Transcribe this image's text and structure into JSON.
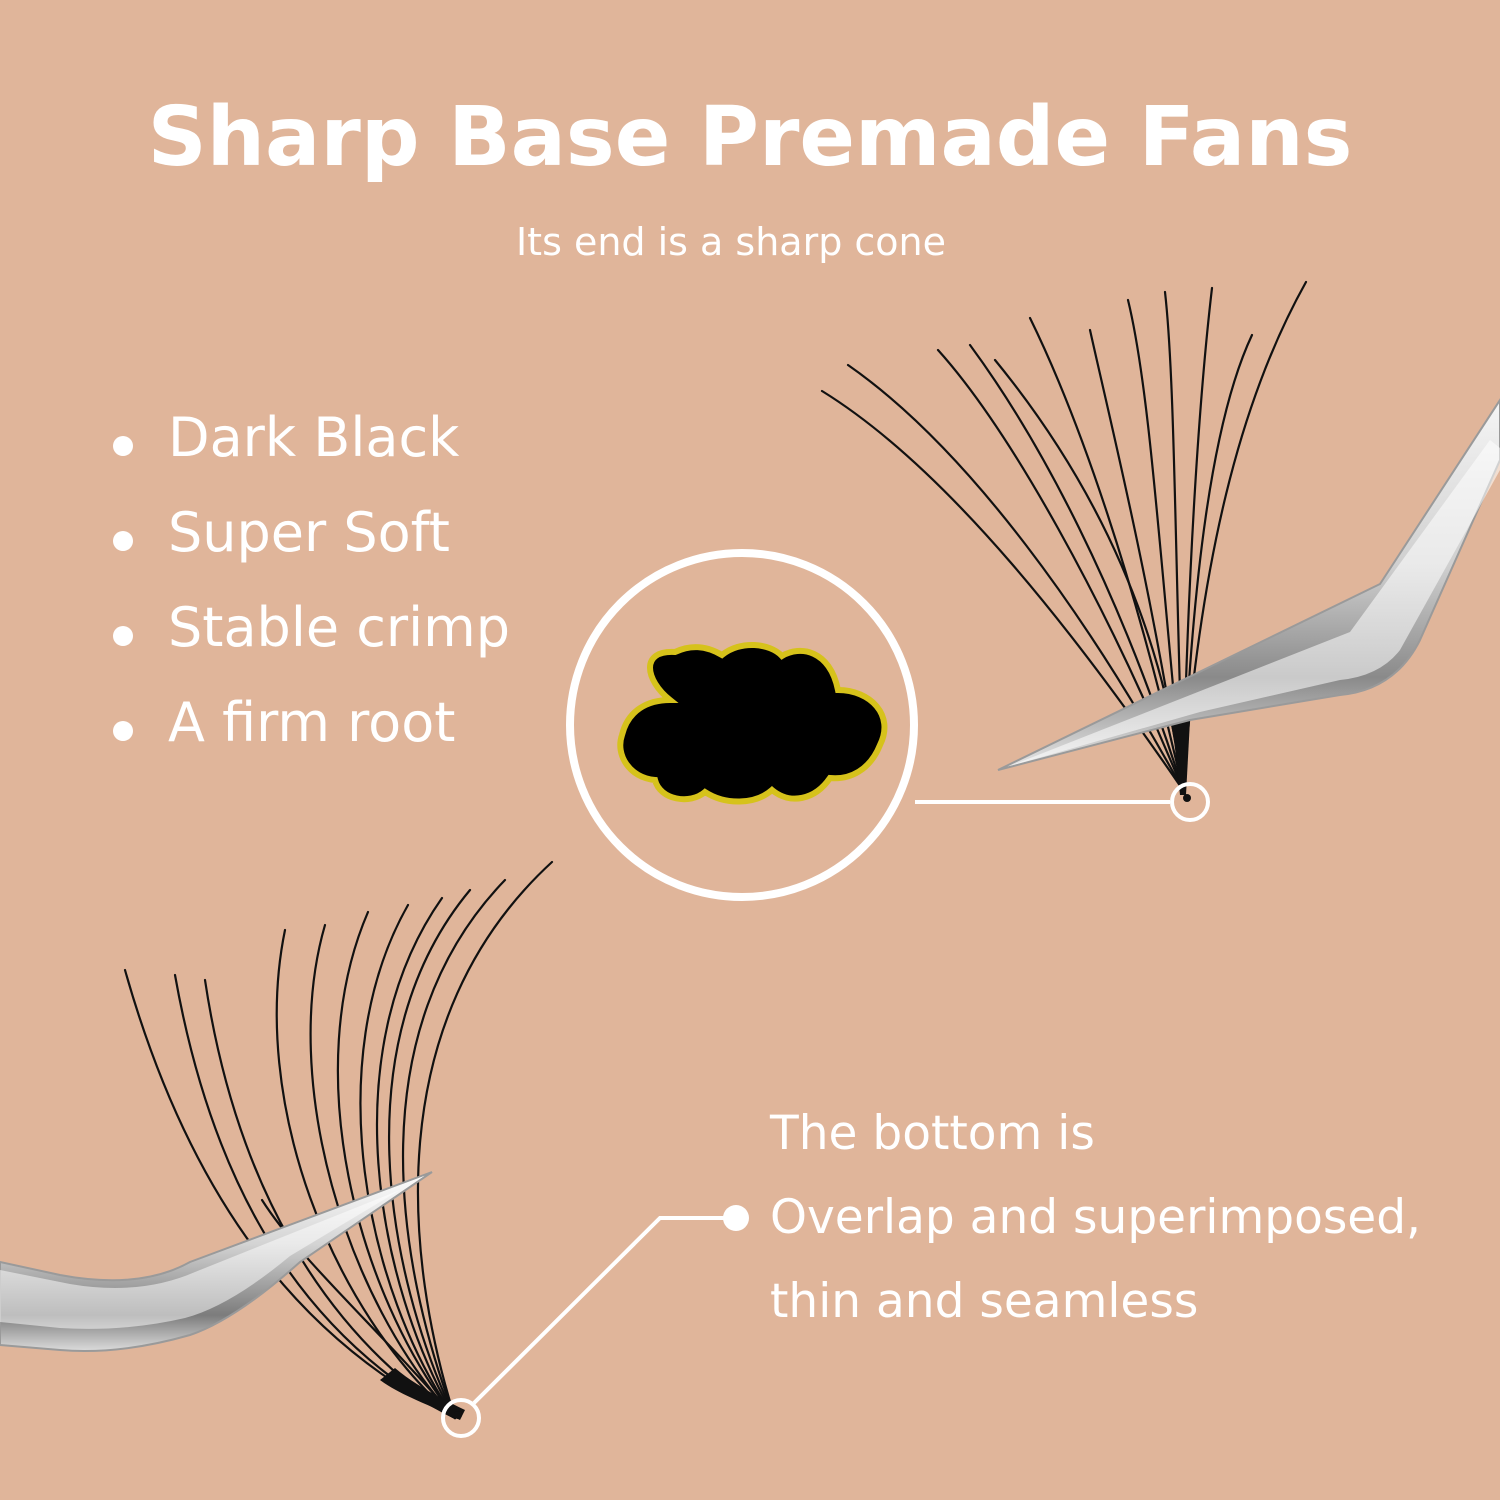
{
  "colors": {
    "background": "#e0b59a",
    "text": "#ffffff",
    "lash": "#111111",
    "cross_section_outline": "#d6c21b",
    "tweezer_light": "#f4f4f4",
    "tweezer_dark": "#6e6e6e"
  },
  "header": {
    "title": "Sharp Base Premade Fans",
    "subtitle": "Its end is a sharp cone"
  },
  "features": [
    {
      "label": "Dark Black"
    },
    {
      "label": "Super Soft"
    },
    {
      "label": "Stable crimp"
    },
    {
      "label": "A firm root"
    }
  ],
  "bottom_note": {
    "line1": "The bottom is",
    "line2": "Overlap and superimposed,",
    "line3": "thin and seamless"
  },
  "icons": {
    "bullet": "bullet-dot-icon",
    "cross_section": "lash-cross-section-icon",
    "tweezer": "tweezer-icon",
    "lash_fan": "lash-fan-icon"
  }
}
